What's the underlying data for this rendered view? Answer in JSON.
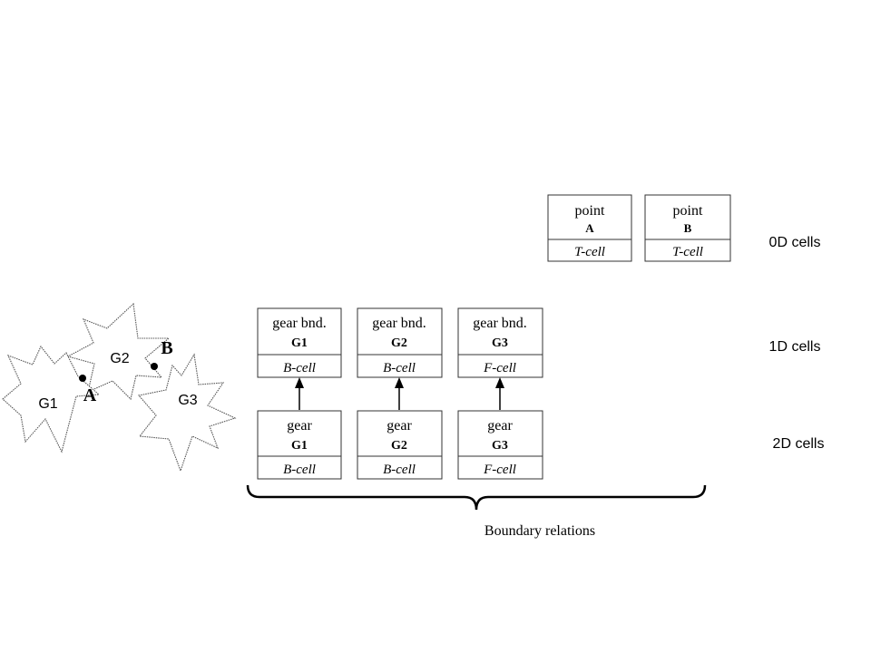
{
  "gears": [
    {
      "label": "G1"
    },
    {
      "label": "G2"
    },
    {
      "label": "G3"
    }
  ],
  "points": [
    {
      "label": "A"
    },
    {
      "label": "B"
    }
  ],
  "cells": {
    "zero_d": [
      {
        "title": "point",
        "name": "A",
        "type": "T-cell"
      },
      {
        "title": "point",
        "name": "B",
        "type": "T-cell"
      }
    ],
    "one_d": [
      {
        "title": "gear bnd.",
        "name": "G1",
        "type": "B-cell"
      },
      {
        "title": "gear bnd.",
        "name": "G2",
        "type": "B-cell"
      },
      {
        "title": "gear bnd.",
        "name": "G3",
        "type": "F-cell"
      }
    ],
    "two_d": [
      {
        "title": "gear",
        "name": "G1",
        "type": "B-cell"
      },
      {
        "title": "gear",
        "name": "G2",
        "type": "B-cell"
      },
      {
        "title": "gear",
        "name": "G3",
        "type": "F-cell"
      }
    ]
  },
  "row_labels": {
    "zero_d": "0D cells",
    "one_d": "1D cells",
    "two_d": "2D cells"
  },
  "brace_label": "Boundary relations"
}
